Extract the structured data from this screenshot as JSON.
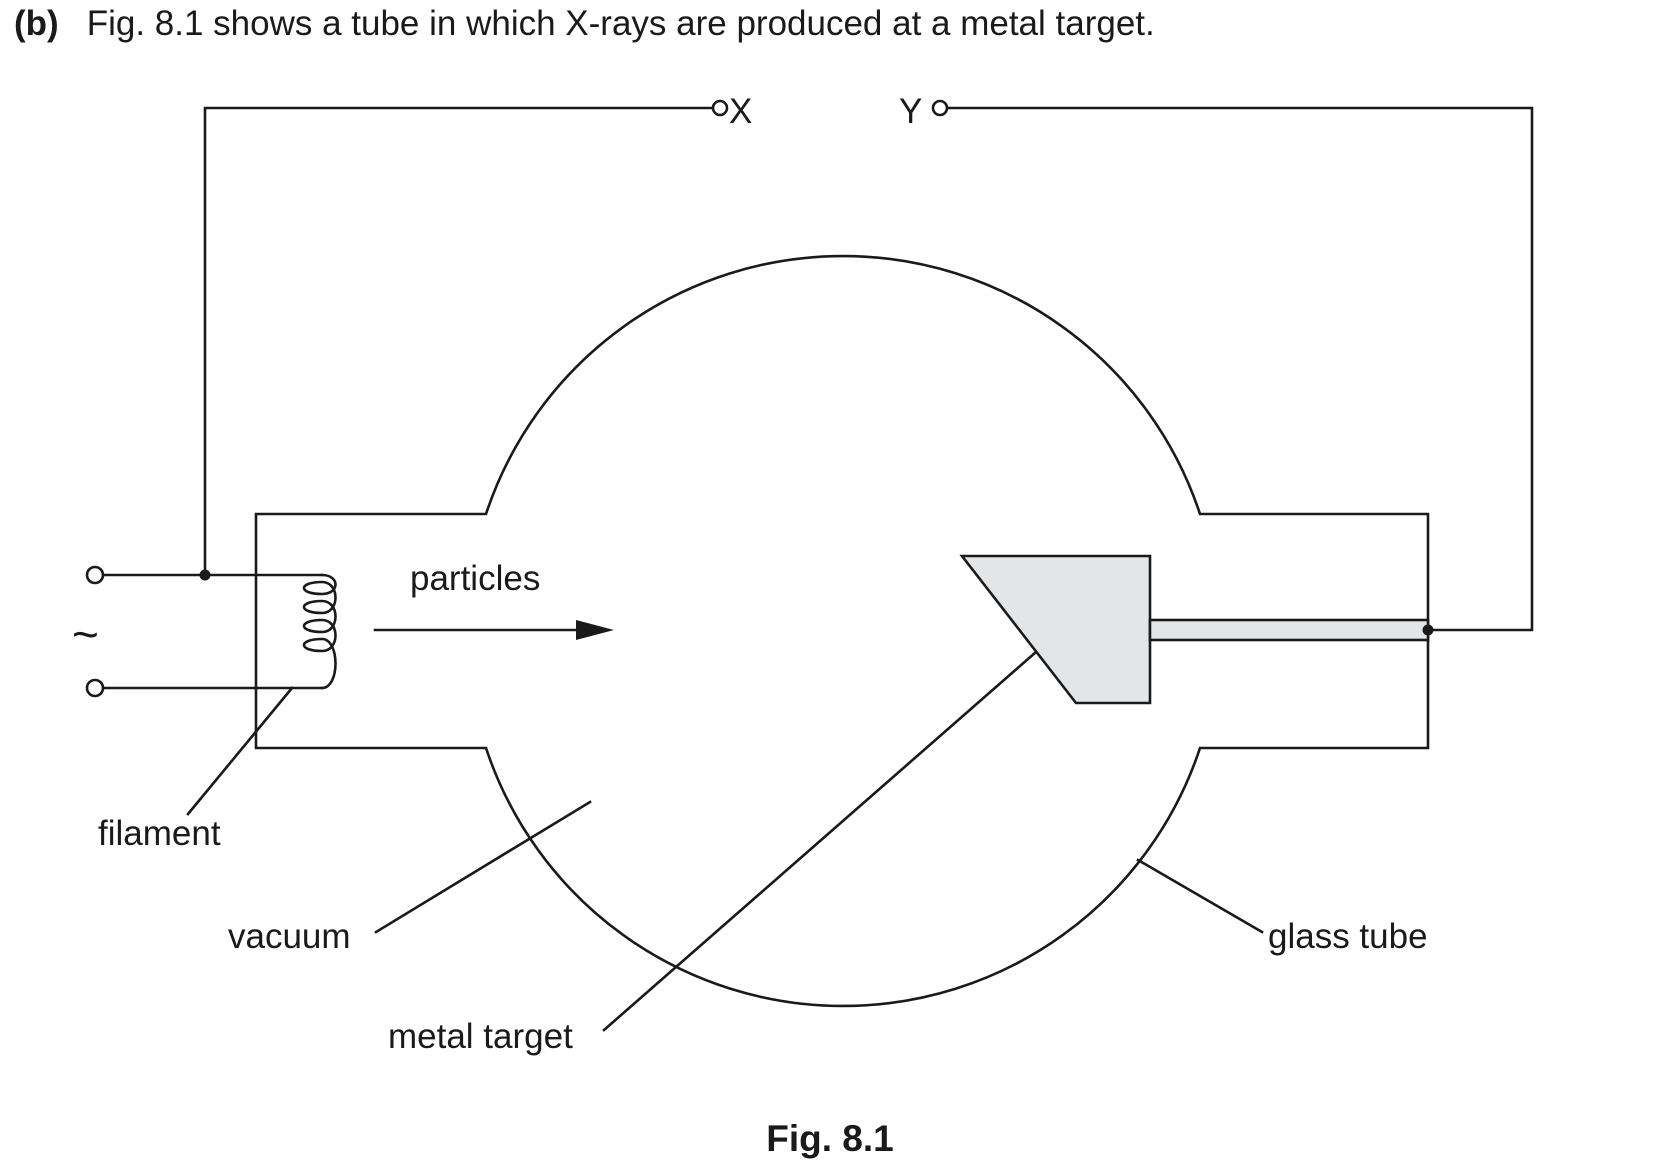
{
  "question": {
    "label": "(b)",
    "text": "Fig. 8.1 shows a tube in which X-rays are produced at a metal target."
  },
  "diagram": {
    "terminal_x": "X",
    "terminal_y": "Y",
    "ac_symbol": "~",
    "labels": {
      "particles": "particles",
      "filament": "filament",
      "vacuum": "vacuum",
      "metal_target": "metal target",
      "glass_tube": "glass tube"
    }
  },
  "caption": "Fig. 8.1"
}
